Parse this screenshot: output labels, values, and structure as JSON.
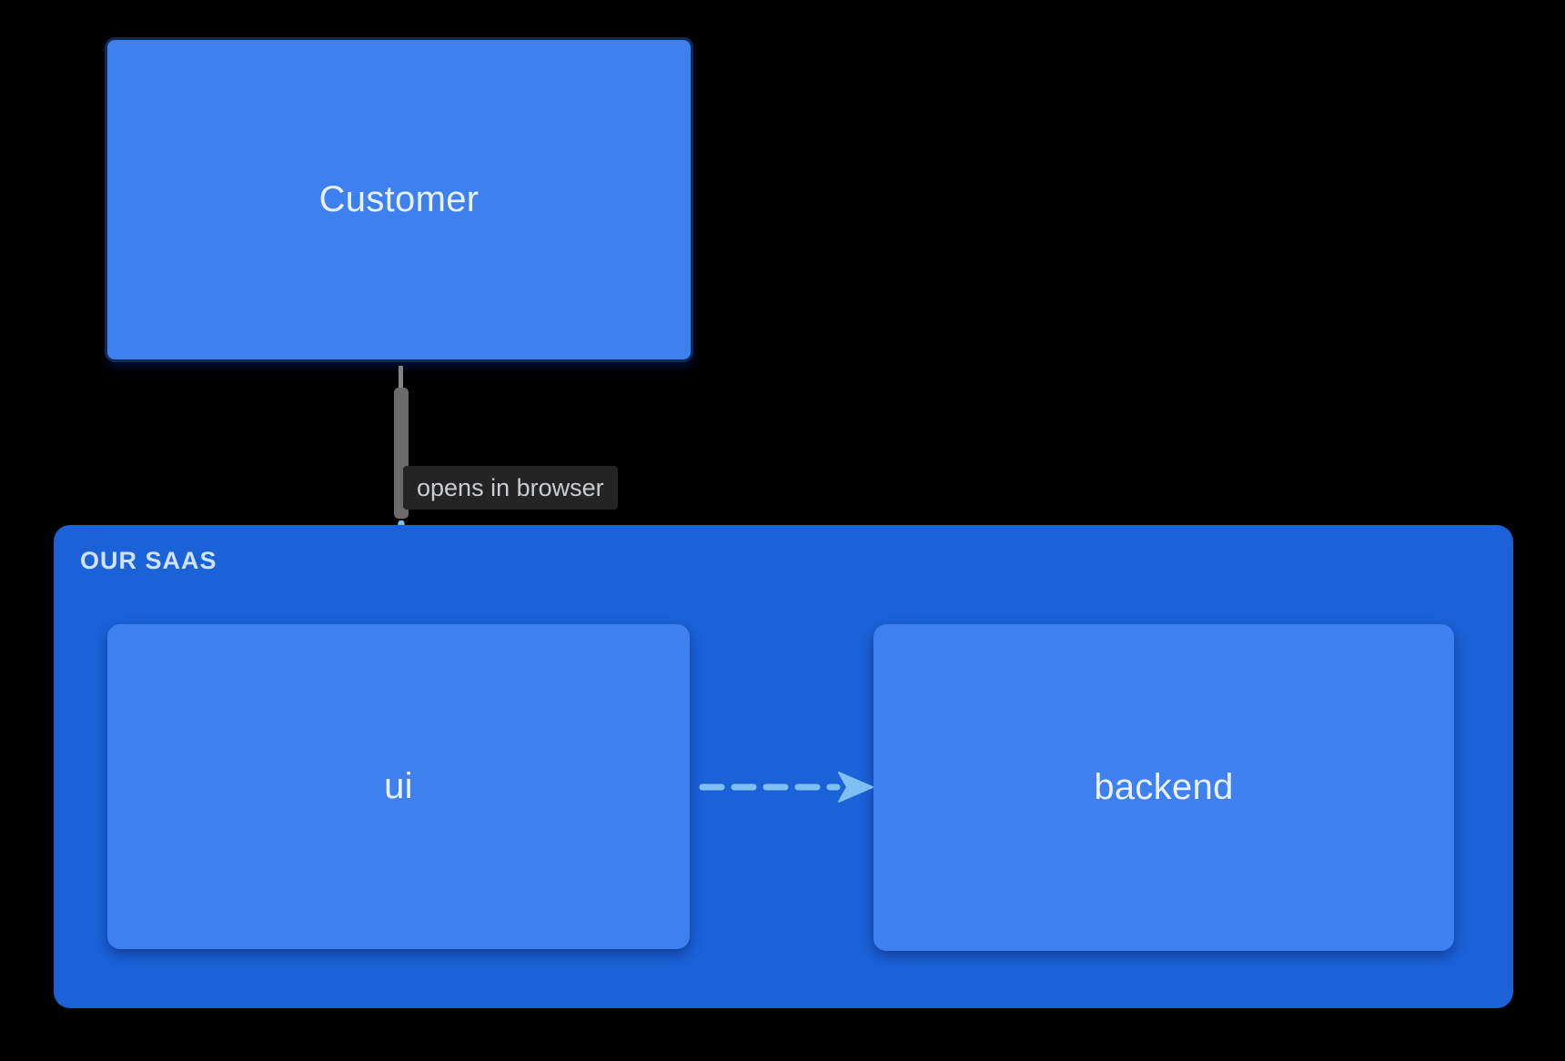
{
  "diagram": {
    "nodes": {
      "customer": {
        "label": "Customer"
      },
      "ui": {
        "label": "ui"
      },
      "backend": {
        "label": "backend"
      }
    },
    "container": {
      "label": "OUR SAAS"
    },
    "edges": {
      "customer_to_ui": {
        "label": "opens in browser"
      },
      "ui_to_backend": {
        "label": ""
      }
    },
    "colors": {
      "background": "#000000",
      "node_fill": "#3d80ee",
      "node_border": "#112a55",
      "node_text": "#e9f1fd",
      "container_fill": "#1b62d8",
      "container_label": "#cfe2ff",
      "edge_dash": "#7fc0f3",
      "edge_gray": "#6b6b6b",
      "edge_gray_thin": "#838383",
      "edge_label_bg": "#242424",
      "edge_label_text": "#c9cdd1"
    }
  }
}
